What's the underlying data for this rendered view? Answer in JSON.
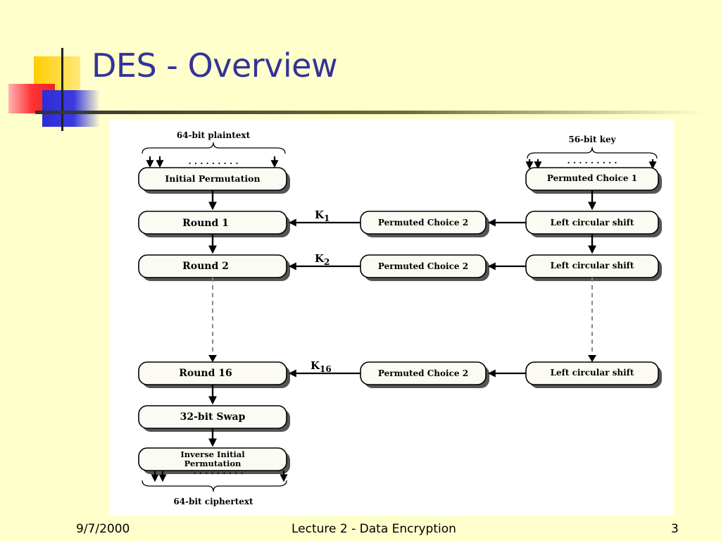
{
  "slide": {
    "title": "DES - Overview",
    "accent_color": "#333399",
    "background_color": "#ffffcc"
  },
  "diagram": {
    "input_label": "64-bit plaintext",
    "key_label": "56-bit key",
    "output_label": "64-bit ciphertext",
    "initial_permutation": "Initial Permutation",
    "round_1": "Round 1",
    "round_2": "Round 2",
    "round_16": "Round 16",
    "swap": "32-bit Swap",
    "inverse_line1": "Inverse Initial",
    "inverse_line2": "Permutation",
    "permuted_choice_1": "Permuted Choice 1",
    "permuted_choice_2": "Permuted Choice 2",
    "left_shift": "Left circular shift",
    "k1_base": "K",
    "k1_sub": "1",
    "k2_base": "K",
    "k2_sub": "2",
    "k16_base": "K",
    "k16_sub": "16",
    "dots": "· · · · · · · · ·"
  },
  "footer": {
    "date": "9/7/2000",
    "center": "Lecture 2 -  Data Encryption",
    "page": "3"
  }
}
